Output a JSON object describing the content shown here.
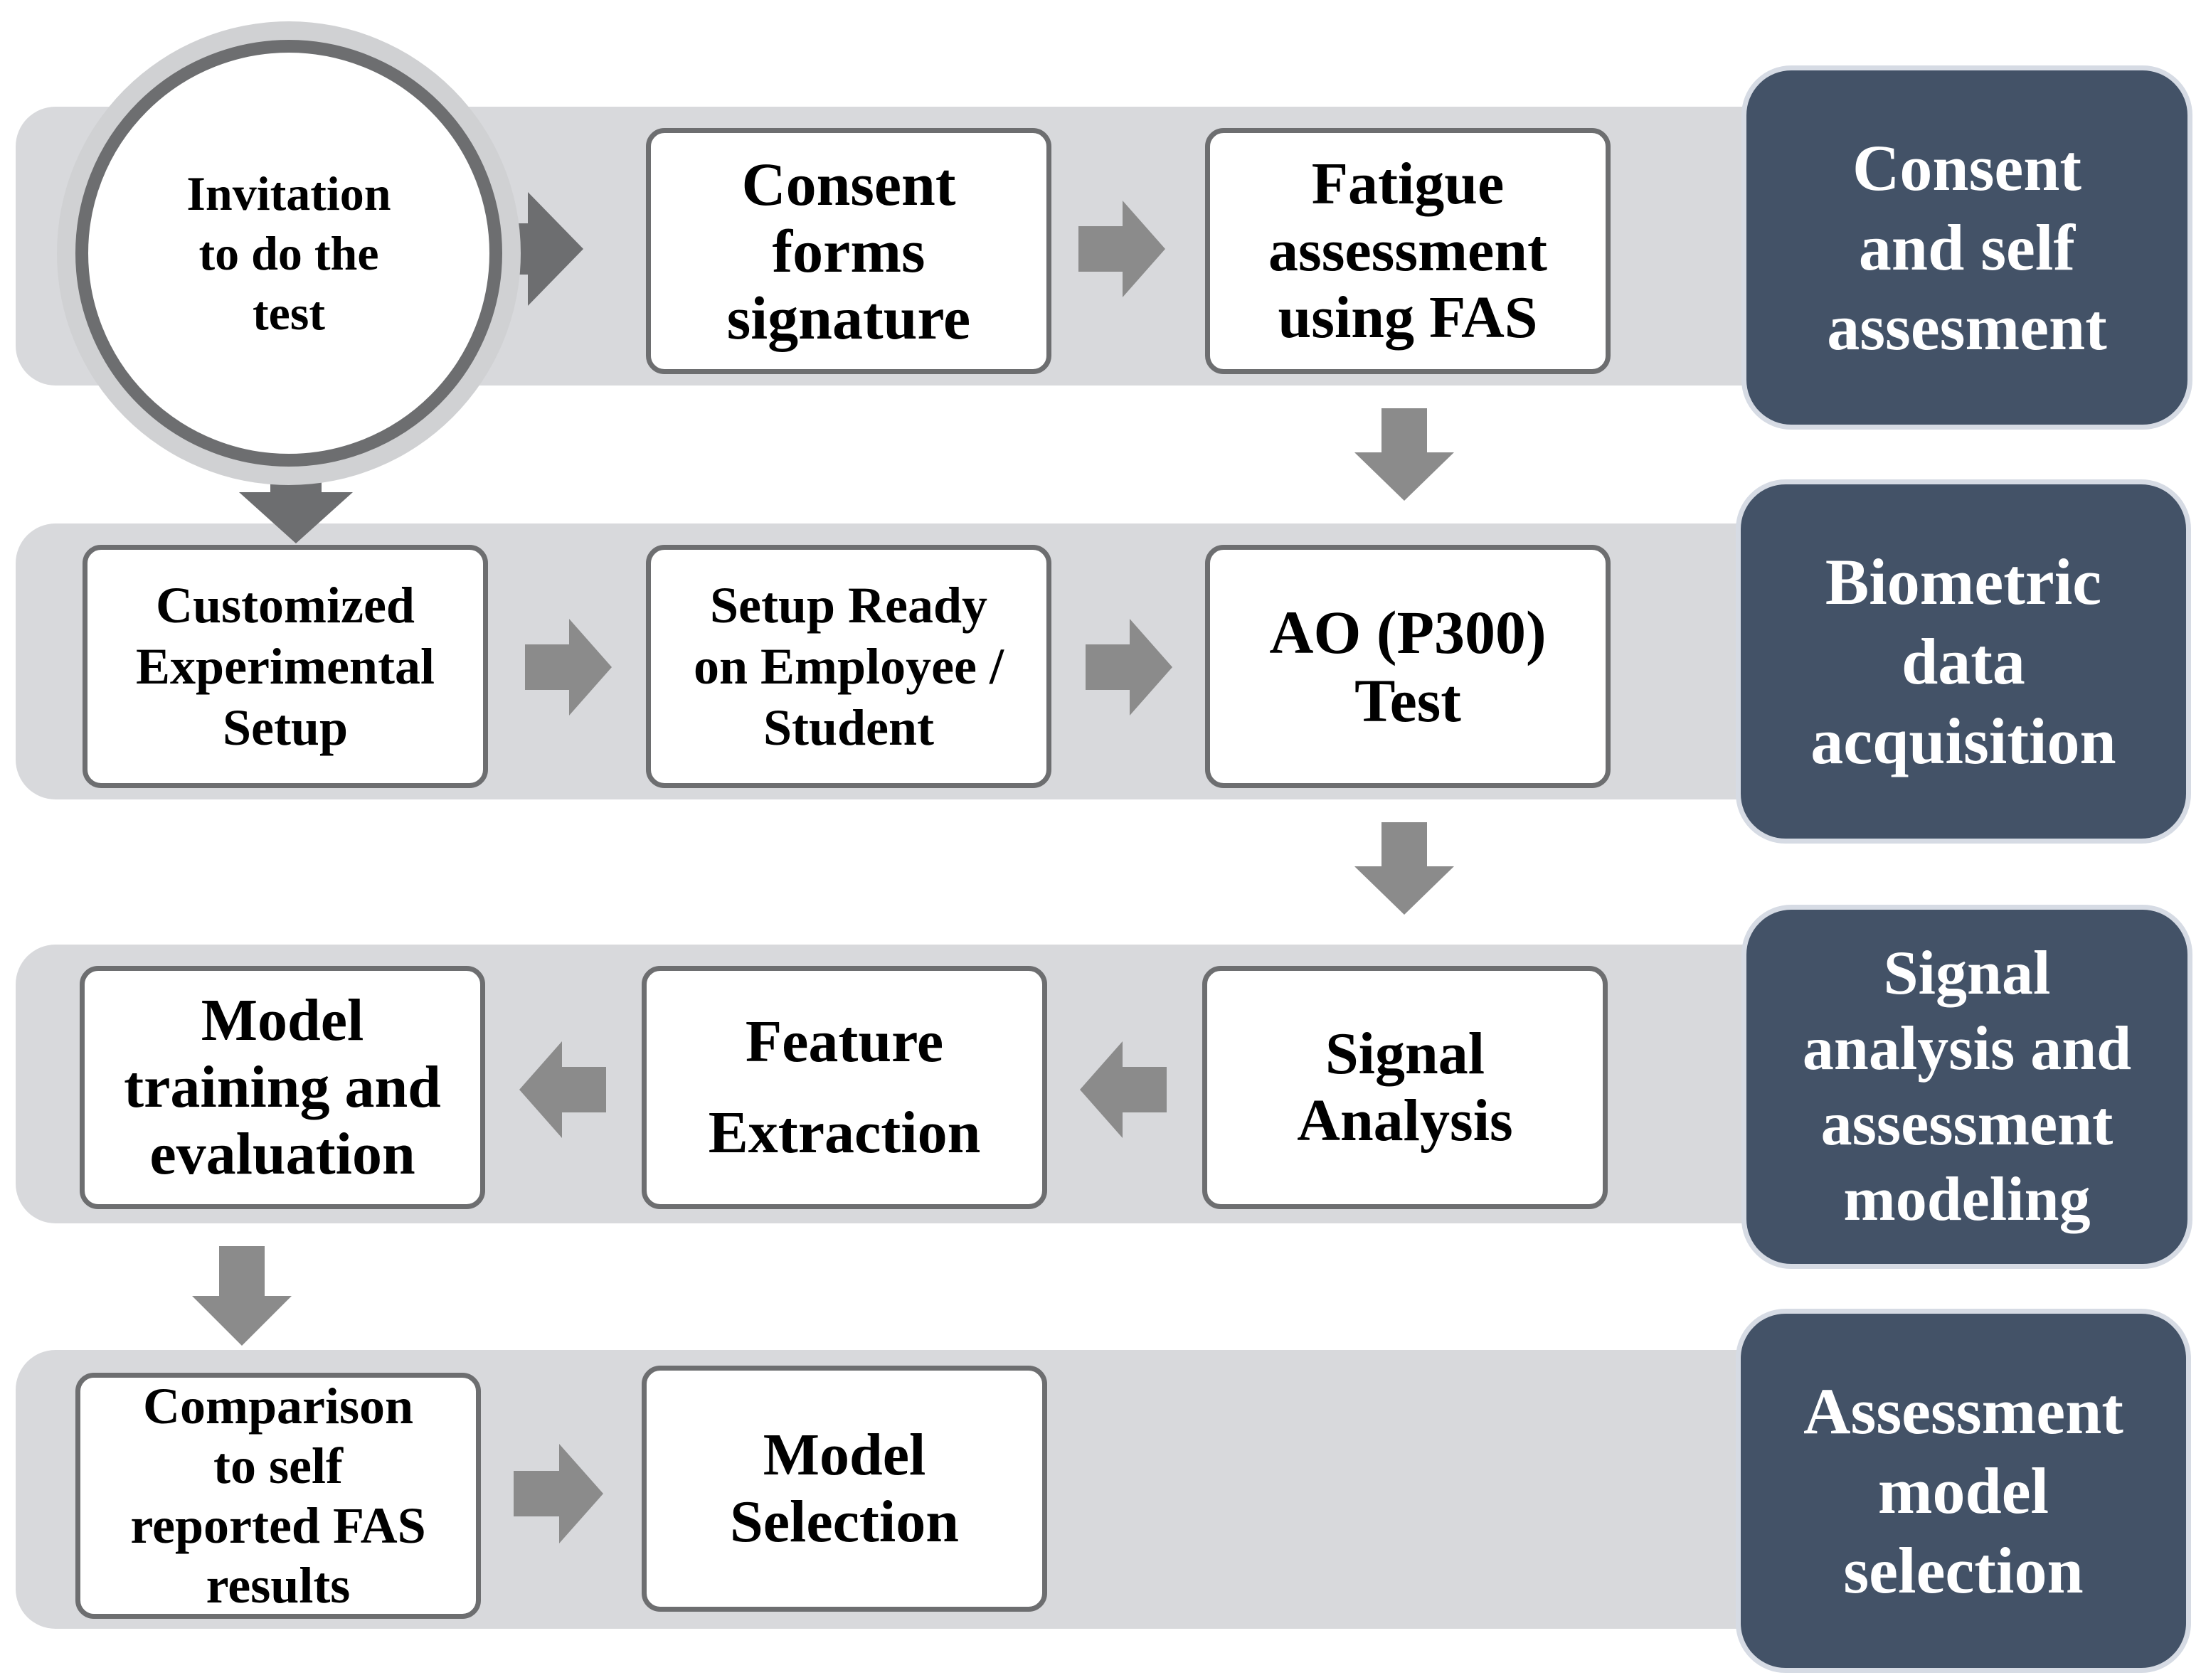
{
  "colors": {
    "band": "#d8d9dc",
    "box_border": "#6d6e70",
    "phase_fill": "#435267",
    "phase_text": "#ffffff",
    "arrow": "#8b8b8b",
    "arrow_dark": "#6d6e70"
  },
  "nodes": {
    "invitation": "Invitation\nto do the\ntest",
    "consent_forms": "Consent\nforms\nsignature",
    "fatigue_assessment": "Fatigue\nassessment\nusing FAS",
    "customized_setup": "Customized\nExperimental\nSetup",
    "setup_ready": "Setup Ready\non Employee /\nStudent",
    "ao_test": "AO (P300)\nTest",
    "signal_analysis": "Signal\nAnalysis",
    "feature_extraction": "Feature\nExtraction",
    "model_training": "Model\ntraining and\nevaluation",
    "comparison": "Comparison\nto self\nreported FAS\nresults",
    "model_selection": "Model\nSelection"
  },
  "phases": {
    "consent": "Consent\nand self\nassesment",
    "biometric": "Biometric\ndata\nacquisition",
    "signal": "Signal\nanalysis and\nassessment\nmodeling",
    "assessment": "Assessment\nmodel\nselection"
  },
  "arrow_icons": [
    "arrow-right-icon",
    "arrow-down-icon",
    "arrow-left-icon"
  ]
}
